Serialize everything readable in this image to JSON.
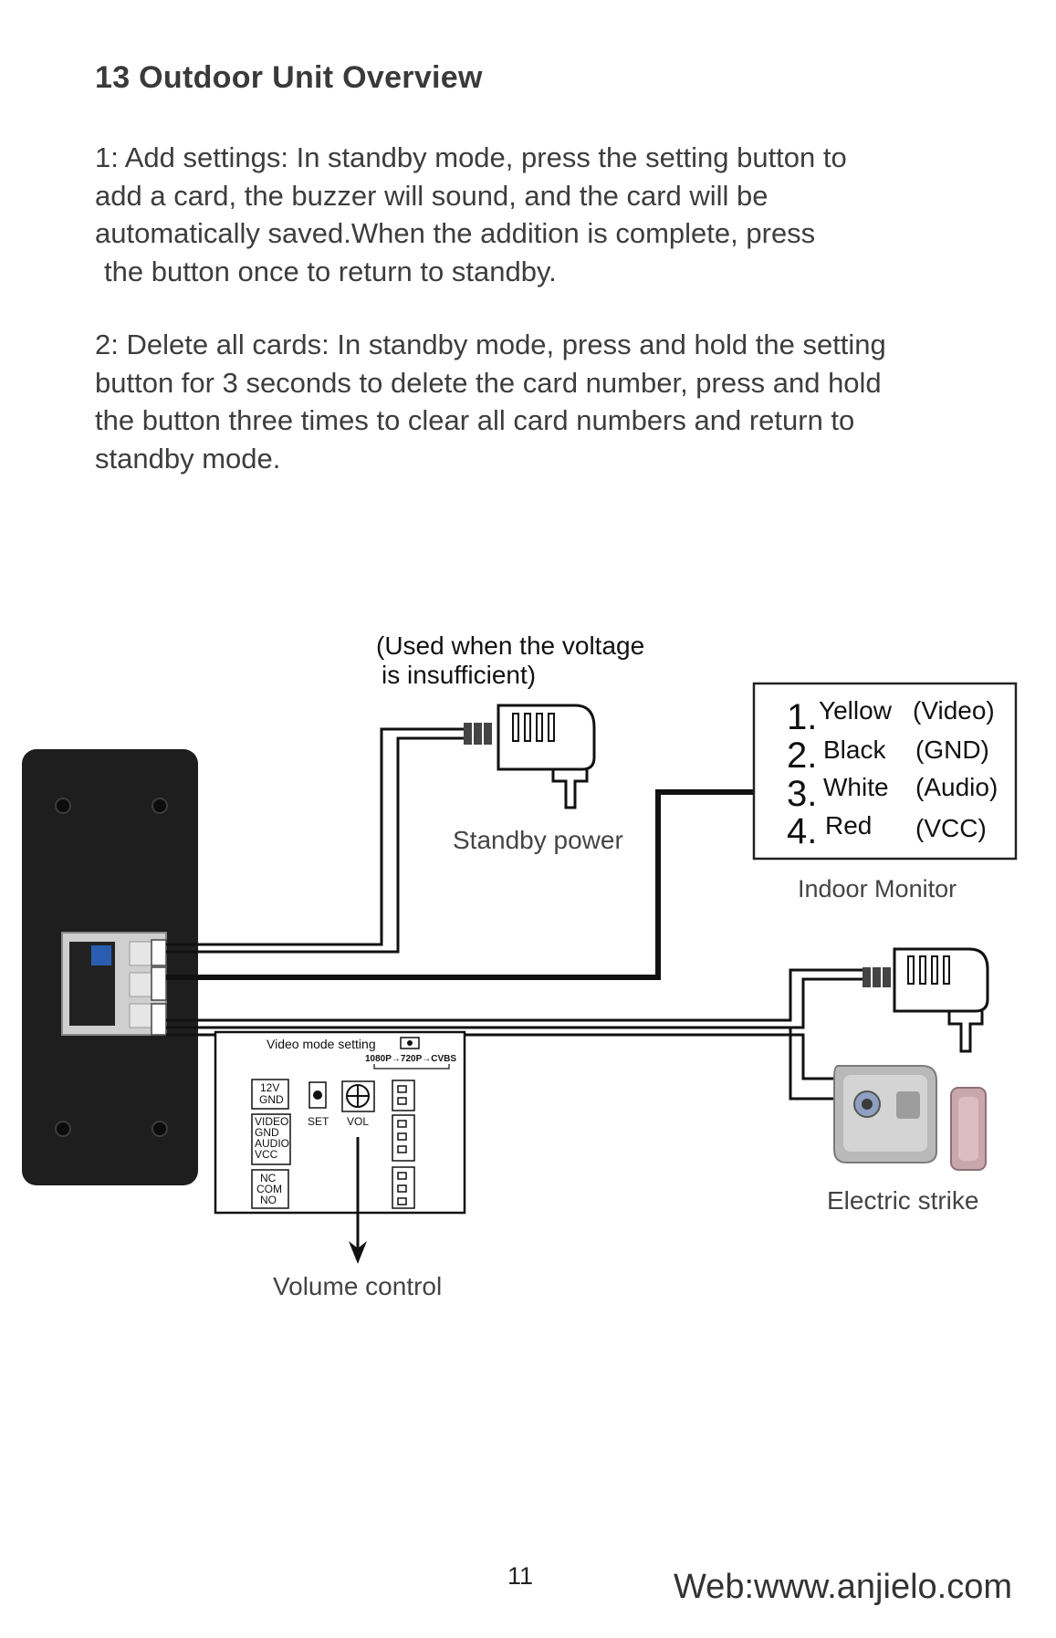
{
  "heading": "13  Outdoor Unit Overview",
  "paragraph1": [
    "1: Add settings: In standby mode, press the setting button to",
    "add a card, the buzzer will sound, and the card will be",
    "automatically saved.When the addition is complete, press",
    "the button once to return to standby."
  ],
  "paragraph2": [
    "2: Delete all cards: In standby mode, press and hold the setting",
    "button for 3 seconds to delete the card number, press and hold",
    "the button three times to clear all card numbers and return to",
    "standby mode."
  ],
  "diagram": {
    "voltage_note": [
      "(Used when the voltage",
      "is insufficient)"
    ],
    "standby_power": "Standby power",
    "indoor_monitor": "Indoor Monitor",
    "electric_strike": "Electric strike",
    "volume_control": "Volume control",
    "wires": [
      {
        "num": "1.",
        "color": "Yellow",
        "signal": "(Video)"
      },
      {
        "num": "2.",
        "color": "Black",
        "signal": "(GND)"
      },
      {
        "num": "3.",
        "color": "White",
        "signal": "(Audio)"
      },
      {
        "num": "4.",
        "color": "Red",
        "signal": "(VCC)"
      }
    ],
    "panel": {
      "video_mode_setting": "Video mode setting",
      "mode_sequence": "1080P→720P→CVBS",
      "terminal_power": [
        "12V",
        "GND"
      ],
      "terminal_video": [
        "VIDEO",
        "GND",
        "AUDIO",
        "VCC"
      ],
      "terminal_lock": [
        "NC",
        "COM",
        "NO"
      ],
      "set_label": "SET",
      "vol_label": "VOL"
    }
  },
  "page_number": "11",
  "website": "Web:www.anjielo.com"
}
